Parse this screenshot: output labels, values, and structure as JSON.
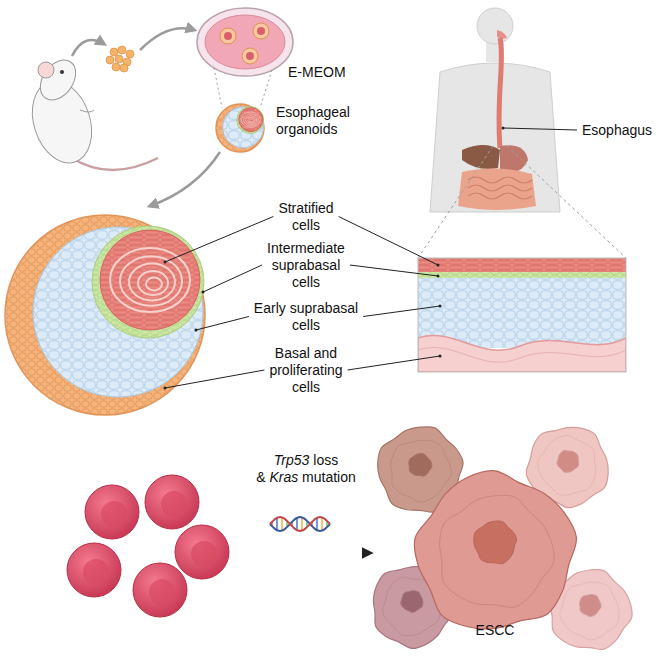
{
  "diagram": {
    "labels": [
      "E-MEOM",
      "Esophageal organoids",
      "Esophagus",
      "Stratified cells",
      "Intermediate suprabasal cells",
      "Early suprabasal cells",
      "Basal and proliferating cells",
      "Trp53 loss & Kras mutation",
      "ESCC"
    ]
  }
}
